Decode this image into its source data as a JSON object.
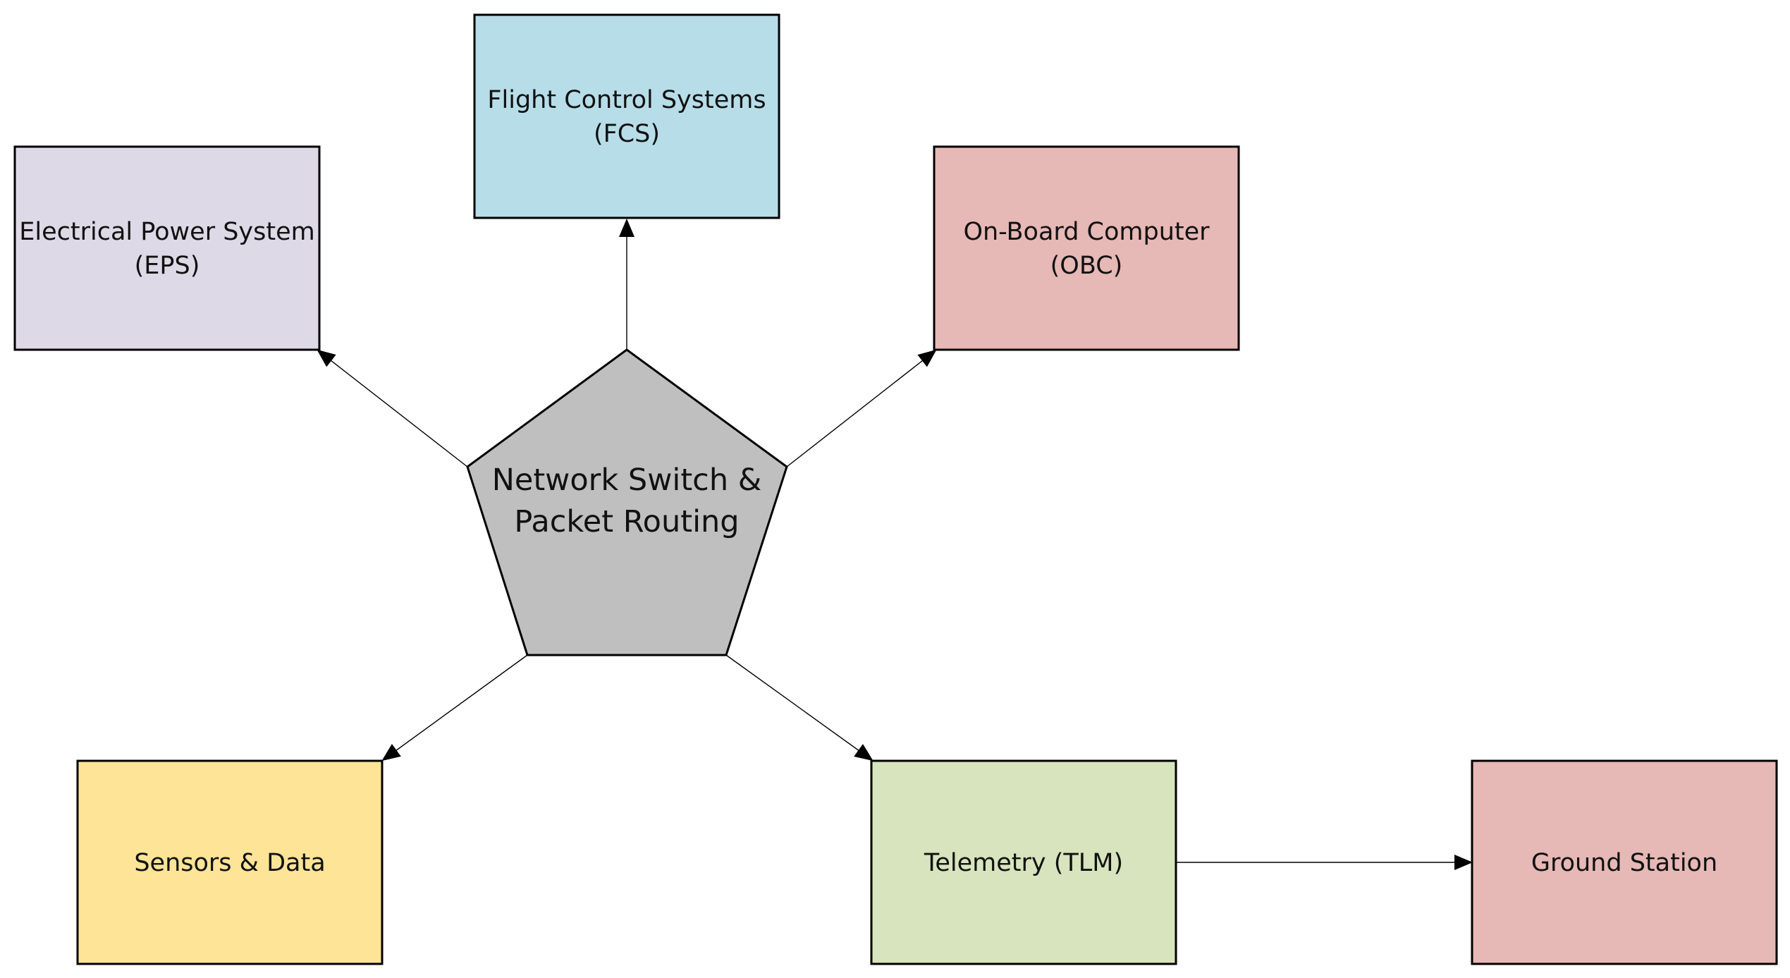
{
  "nodes": {
    "fcs": {
      "line1": "Flight Control Systems",
      "line2": "(FCS)",
      "color": "#b7dde8"
    },
    "eps": {
      "line1": "Electrical Power System",
      "line2": "(EPS)",
      "color": "#ded9e6"
    },
    "obc": {
      "line1": "On-Board Computer",
      "line2": "(OBC)",
      "color": "#e6b8b6"
    },
    "sensors": {
      "line1": "Sensors & Data",
      "color": "#fee497"
    },
    "tlm": {
      "line1": "Telemetry (TLM)",
      "color": "#d7e4bd"
    },
    "ground": {
      "line1": "Ground Station",
      "color": "#e6b8b6"
    }
  },
  "hub": {
    "line1": "Network Switch &",
    "line2": "Packet Routing",
    "color": "#bfbfbf"
  }
}
